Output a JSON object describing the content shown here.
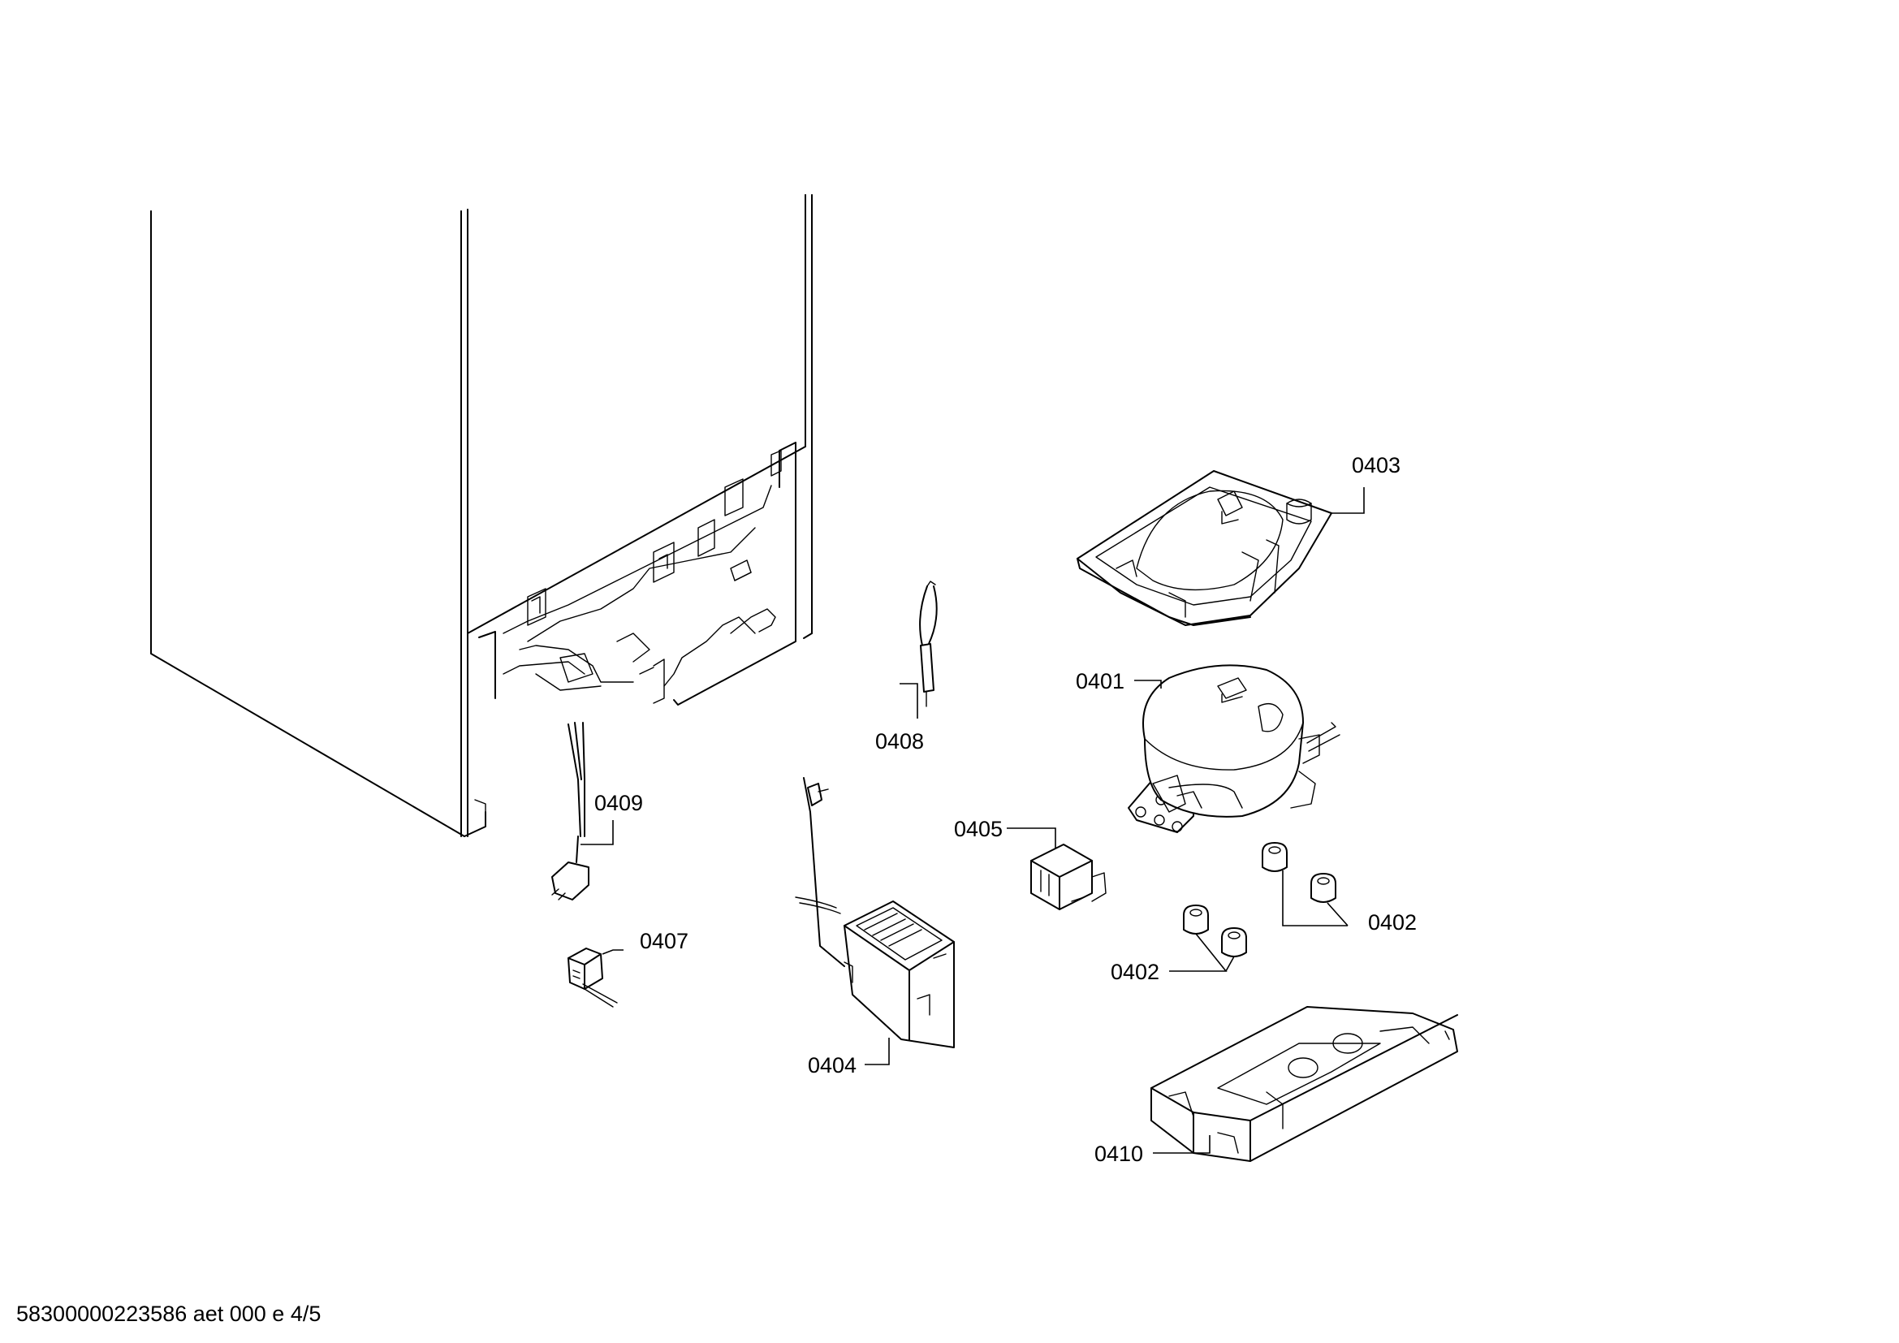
{
  "labels": {
    "p0401": "0401",
    "p0402a": "0402",
    "p0402b": "0402",
    "p0403": "0403",
    "p0404": "0404",
    "p0405": "0405",
    "p0407": "0407",
    "p0408": "0408",
    "p0409": "0409",
    "p0410": "0410"
  },
  "footer": "58300000223586 aet 000 e 4/5"
}
